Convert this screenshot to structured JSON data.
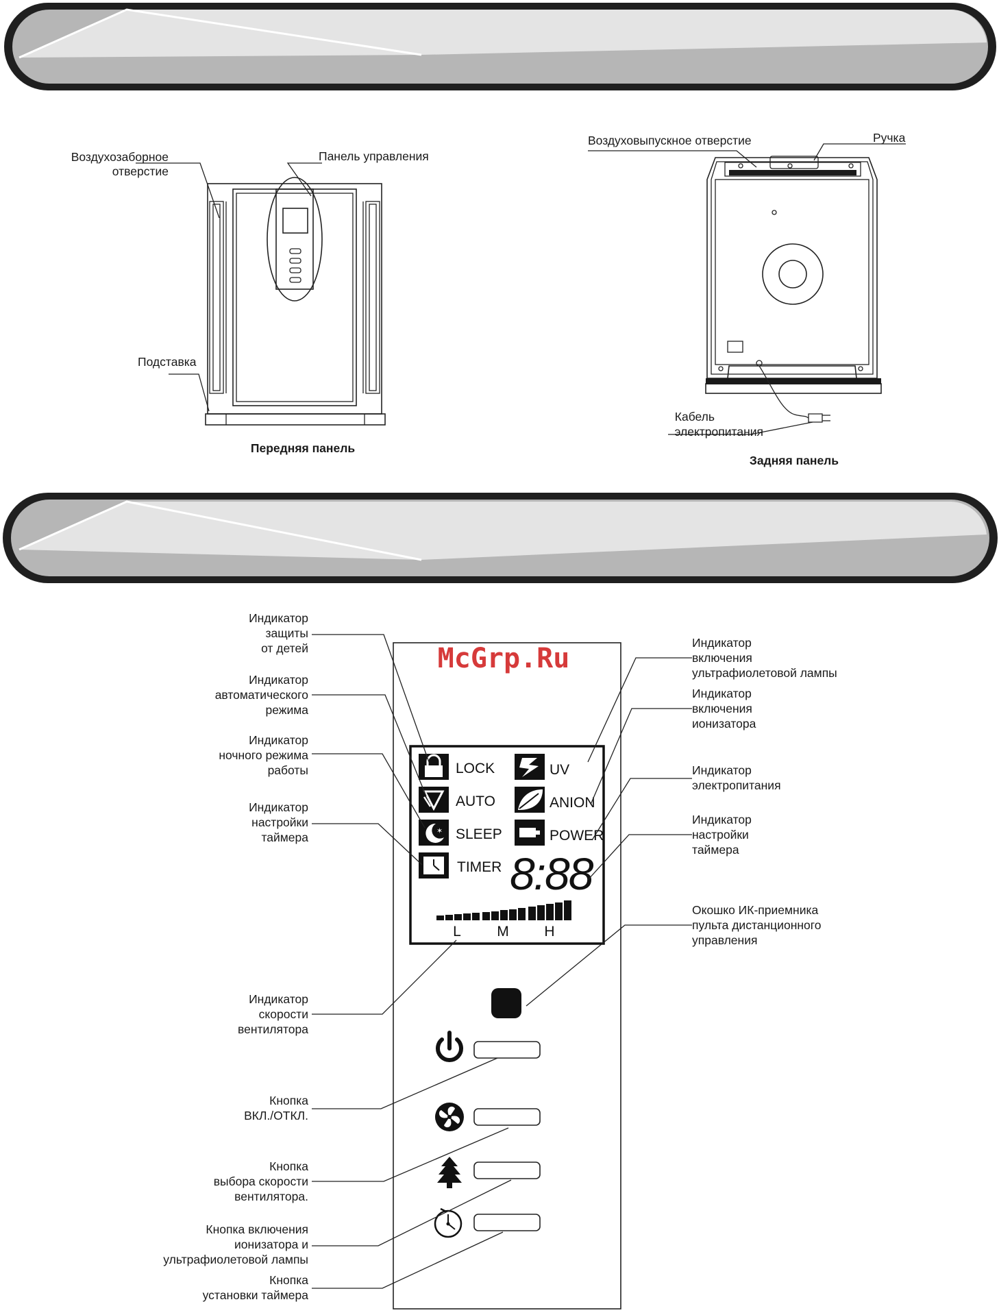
{
  "front": {
    "labels": {
      "intake_l1": "Воздухозаборное",
      "intake_l2": "отверстие",
      "control_panel": "Панель управления",
      "stand": "Подставка"
    },
    "caption": "Передняя панель"
  },
  "back": {
    "labels": {
      "outlet": "Воздуховыпускное отверстие",
      "handle": "Ручка",
      "cable_l1": "Кабель",
      "cable_l2": "электропитания"
    },
    "caption": "Задняя панель"
  },
  "watermark": "McGrp.Ru",
  "lcd": {
    "left_items": [
      "LOCK",
      "AUTO",
      "SLEEP",
      "TIMER"
    ],
    "right_items": [
      "UV",
      "ANION",
      "POWER"
    ],
    "digits": "8:88",
    "speed_marks": [
      "L",
      "M",
      "H"
    ]
  },
  "callouts_left": [
    [
      "Индикатор",
      "защиты",
      "от детей"
    ],
    [
      "Индикатор",
      "автоматического",
      "режима"
    ],
    [
      "Индикатор",
      "ночного режима",
      "работы"
    ],
    [
      "Индикатор",
      "настройки",
      "таймера"
    ],
    [
      "Индикатор",
      "скорости",
      "вентилятора"
    ],
    [
      "Кнопка",
      "ВКЛ./ОТКЛ."
    ],
    [
      "Кнопка",
      "выбора скорости",
      "вентилятора."
    ],
    [
      "Кнопка включения",
      "ионизатора и",
      "ультрафиолетовой лампы"
    ],
    [
      "Кнопка",
      "установки таймера"
    ]
  ],
  "callouts_right": [
    [
      "Индикатор",
      "включения",
      "ультрафиолетовой лампы"
    ],
    [
      "Индикатор",
      "включения",
      "ионизатора"
    ],
    [
      "Индикатор",
      "электропитания"
    ],
    [
      "Индикатор",
      "настройки",
      "таймера"
    ],
    [
      "Окошко ИК-приемника",
      "пульта дистанционного",
      "управления"
    ]
  ],
  "icons": [
    "lock-icon",
    "auto-icon",
    "sleep-icon",
    "timer-icon",
    "uv-icon",
    "anion-icon",
    "power-indicator-icon",
    "power-icon",
    "fan-icon",
    "tree-icon",
    "clock-icon"
  ]
}
